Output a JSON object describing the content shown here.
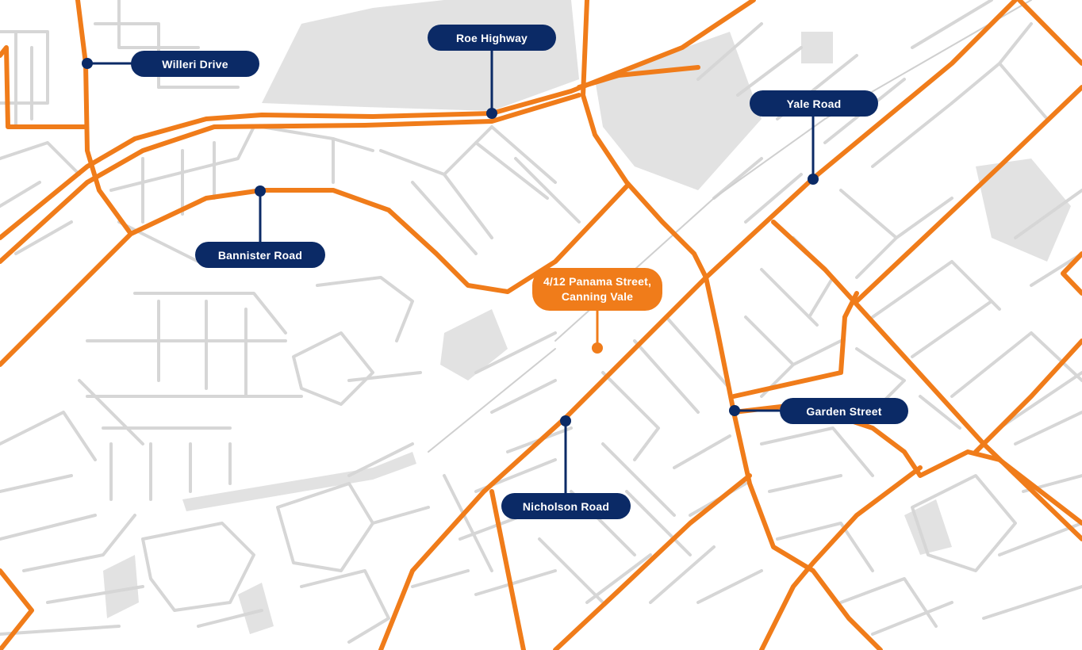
{
  "colors": {
    "background": "#ffffff",
    "minor_road": "#d6d6d6",
    "major_road": "#f07c1a",
    "park": "#e2e2e2",
    "label_bg": "#0b2a66",
    "label_text": "#ffffff",
    "site_bg": "#f07c1a"
  },
  "labels": {
    "willeri": "Willeri Drive",
    "roe": "Roe Highway",
    "yale": "Yale Road",
    "bannister": "Bannister Road",
    "garden": "Garden Street",
    "nicholson": "Nicholson Road"
  },
  "site": {
    "line1": "4/12 Panama Street,",
    "line2": "Canning Vale"
  }
}
